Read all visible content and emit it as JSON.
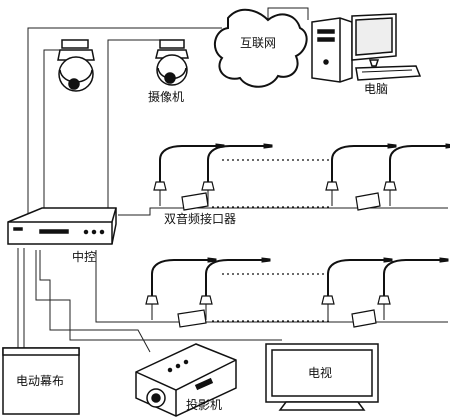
{
  "labels": {
    "internet": "互联网",
    "computer": "电脑",
    "camera": "摄像机",
    "audio_interface": "双音频接口器",
    "central_control": "中控",
    "screen": "电动幕布",
    "projector": "投影机",
    "tv": "电视"
  },
  "icons": {
    "cloud": "cloud-icon",
    "computer": "desktop-computer-icon",
    "camera": "dome-camera-icon",
    "microphone": "gooseneck-microphone-icon",
    "interface_box": "interface-box-icon",
    "controller": "control-unit-icon",
    "projector": "projector-icon",
    "tv": "tv-icon",
    "screen": "projection-screen-icon"
  }
}
